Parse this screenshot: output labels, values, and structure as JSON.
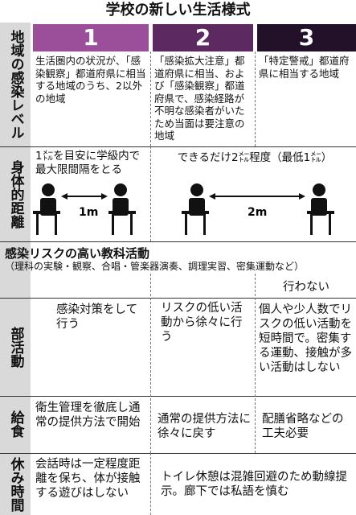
{
  "title": "学校の新しい生活様式",
  "side": {
    "region": "地域の感染レベル",
    "distance": "身体的距離",
    "club": "部活動",
    "lunch": "給食",
    "break": "休み時間"
  },
  "levels": [
    {
      "label": "1",
      "color": "#9b4f9b",
      "desc": "生活圏内の状況が、「感染観察」都道府県に相当する地域のうち、2以外の地域"
    },
    {
      "label": "2",
      "color": "#5c2a60",
      "desc": "「感染拡大注意」都道府県に相当、および「感染観察」都道府県で、感染経路が不明な感染者がいたため当面は要注意の地域"
    },
    {
      "label": "3",
      "color": "#23112a",
      "desc": "「特定警戒」都道府県に相当する地域"
    }
  ],
  "distance": {
    "col1": "1㍍を目安に学級内で最大限間隔をとる",
    "col23": "できるだけ2㍍程度（最低1㍍）",
    "label1m": "1m",
    "label2m": "2m"
  },
  "risk": {
    "title": "感染リスクの高い教科活動",
    "subtitle": "（理科の実験・観察、合唱・管楽器演奏、調理実習、密集運動など）",
    "col3": "行わない"
  },
  "club": {
    "col1": "感染対策をして行う",
    "col2": "リスクの低い活動から徐々に行う",
    "col3": "個人や少人数でリスクの低い活動を短時間で。密集する運動、接触が多い活動はしない"
  },
  "lunch": {
    "col1": "衛生管理を徹底し通常の提供方法で開始",
    "col2": "通常の提供方法に徐々に戻す",
    "col3": "配膳省略などの工夫必要"
  },
  "break": {
    "col1": "会話時は一定程度距離を保ち、体が接触する遊びはしない",
    "col23": "トイレ休憩は混雑回避のため動線提示。廊下では私語を慎む"
  }
}
